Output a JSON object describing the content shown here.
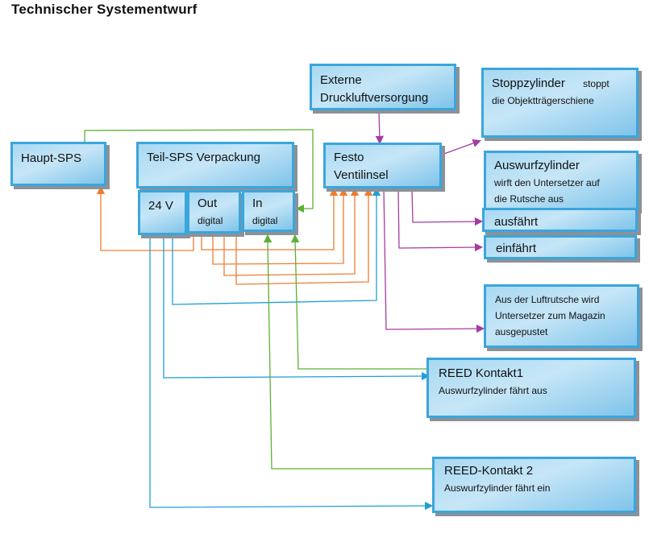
{
  "title": "Technischer Systementwurf",
  "nodes": {
    "haupt_sps": {
      "label": "Haupt-SPS"
    },
    "teil_sps": {
      "label": "Teil-SPS Verpackung"
    },
    "v24": {
      "label": "24 V"
    },
    "out": {
      "label": "Out",
      "sub": "digital"
    },
    "in": {
      "label": "In",
      "sub": "digital"
    },
    "externe": {
      "line1": "Externe",
      "line2": "Druckluftversorgung"
    },
    "festo": {
      "line1": "Festo",
      "line2": "Ventilinsel"
    },
    "stopp": {
      "label": "Stoppzylinder",
      "inline": "stoppt",
      "desc": "die Objektträgerschiene"
    },
    "auswurf": {
      "label": "Auswurfzylinder",
      "desc1": "wirft den Untersetzer auf",
      "desc2": "die Rutsche aus"
    },
    "ausfaehrt": {
      "label": "ausfährt"
    },
    "einfaehrt": {
      "label": "einfährt"
    },
    "luft": {
      "line1": "Aus der Luftrutsche wird",
      "line2": "Untersetzer zum Magazin",
      "line3": "ausgepustet"
    },
    "reed1": {
      "label": "REED Kontakt1",
      "desc": "Auswurfzylinder fährt aus"
    },
    "reed2": {
      "label": "REED-Kontakt 2",
      "desc": "Auswurfzylinder fährt ein"
    }
  },
  "colors": {
    "orange": "#ed7d31",
    "green": "#5bb035",
    "blue": "#1f9fd8",
    "purple": "#a53ca0",
    "box_border": "#3aa6dc"
  }
}
